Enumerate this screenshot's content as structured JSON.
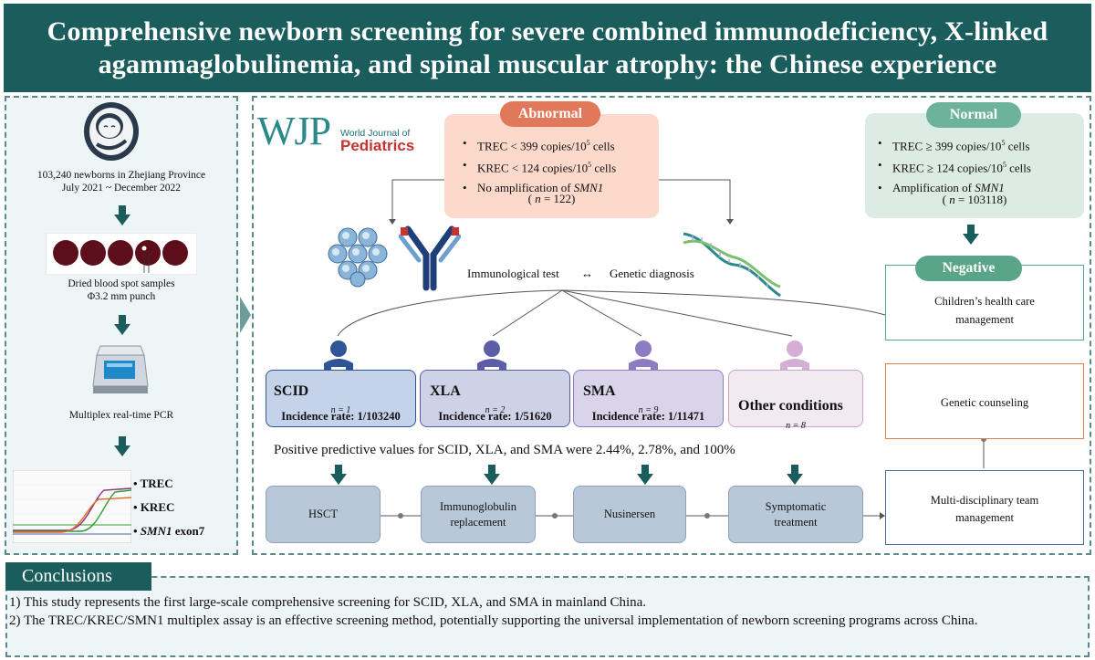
{
  "title": {
    "line1": "Comprehensive newborn screening for severe combined immunodeficiency, X-linked",
    "line2": "agammaglobulinemia, and spinal muscular atrophy: the Chinese experience"
  },
  "left": {
    "newborns": "103,240 newborns in Zhejiang Province",
    "period": "July 2021 ~ December 2022",
    "dbs_line1": "Dried blood spot samples",
    "dbs_line2": "Φ3.2 mm punch",
    "pcr": "Multiplex real-time PCR",
    "curves": [
      {
        "label": "TREC",
        "color": "#8a2d7a"
      },
      {
        "label": "KREC",
        "color": "#2ca02c"
      },
      {
        "label_em": "SMN1",
        "label_rest": " exon7",
        "color": "#e36c2d"
      }
    ]
  },
  "logo": {
    "wjp": "WJP",
    "line1": "World Journal of",
    "line2": "Pediatrics"
  },
  "abnormal": {
    "label": "Abnormal",
    "items": [
      {
        "pre": "TREC < 399 copies/10",
        "sup": "5",
        "post": " cells"
      },
      {
        "pre": "KREC < 124 copies/10",
        "sup": "5",
        "post": " cells"
      },
      {
        "pre": "No amplification of ",
        "em": "SMN1"
      }
    ],
    "n_pre": "( ",
    "n_var": "n",
    "n_post": " = 122)"
  },
  "normal": {
    "label": "Normal",
    "items": [
      {
        "pre": "TREC ≥ 399 copies/10",
        "sup": "5",
        "post": " cells"
      },
      {
        "pre": "KREC ≥ 124 copies/10",
        "sup": "5",
        "post": " cells"
      },
      {
        "pre": "Amplification of ",
        "em": "SMN1"
      }
    ],
    "n_pre": "( ",
    "n_var": "n",
    "n_post": " = 103118)"
  },
  "tests": {
    "immuno": "Immunological test",
    "arrow": "↔",
    "genetic": "Genetic diagnosis"
  },
  "negative": {
    "label": "Negative",
    "line1": "Children’s health care",
    "line2": "management"
  },
  "conditions": [
    {
      "label": "SCID",
      "n": "n = 1",
      "incidence": "Incidence rate: 1/103240",
      "color": "#2f5597",
      "fill": "#c5d3ea"
    },
    {
      "label": "XLA",
      "n": "n = 2",
      "incidence": "Incidence rate: 1/51620",
      "color": "#5b5ea6",
      "fill": "#cdd2e6"
    },
    {
      "label": "SMA",
      "n": "n = 9",
      "incidence": "Incidence rate: 1/11471",
      "color": "#8e7cc3",
      "fill": "#d9d4ea"
    },
    {
      "label": "Other conditions",
      "n": "n = 8",
      "incidence": "",
      "color": "#c9a5c9",
      "fill": "#f1eaf1"
    }
  ],
  "ppv": "Positive predictive values for SCID, XLA, and SMA were 2.44%, 2.78%, and 100%",
  "treatments": [
    {
      "line1": "HSCT",
      "line2": ""
    },
    {
      "line1": "Immunoglobulin",
      "line2": "replacement"
    },
    {
      "line1": "Nusinersen",
      "line2": ""
    },
    {
      "line1": "Symptomatic",
      "line2": "treatment"
    }
  ],
  "genetic_counseling": "Genetic counseling",
  "mdt": {
    "line1": "Multi-disciplinary team",
    "line2": "management"
  },
  "conclusions": {
    "label": "Conclusions",
    "line1": "1) This study represents the first large-scale comprehensive screening for SCID, XLA, and SMA in mainland China.",
    "line2": "2) The TREC/KREC/SMN1 multiplex assay is an effective screening method, potentially supporting the universal implementation of newborn screening programs across China."
  },
  "colors": {
    "teal_dark": "#1b5d5d",
    "abnormal": "#e2785a",
    "normal": "#6db29b",
    "negative": "#5aa58a",
    "counseling": "#d9824d",
    "mdt": "#4a6aa0"
  },
  "icons": [
    "newborn-icon",
    "blood-spot-card-icon",
    "pcr-machine-icon",
    "pcr-curve-chart",
    "cells-icon",
    "antibody-icon",
    "dna-icon",
    "person-icon"
  ]
}
